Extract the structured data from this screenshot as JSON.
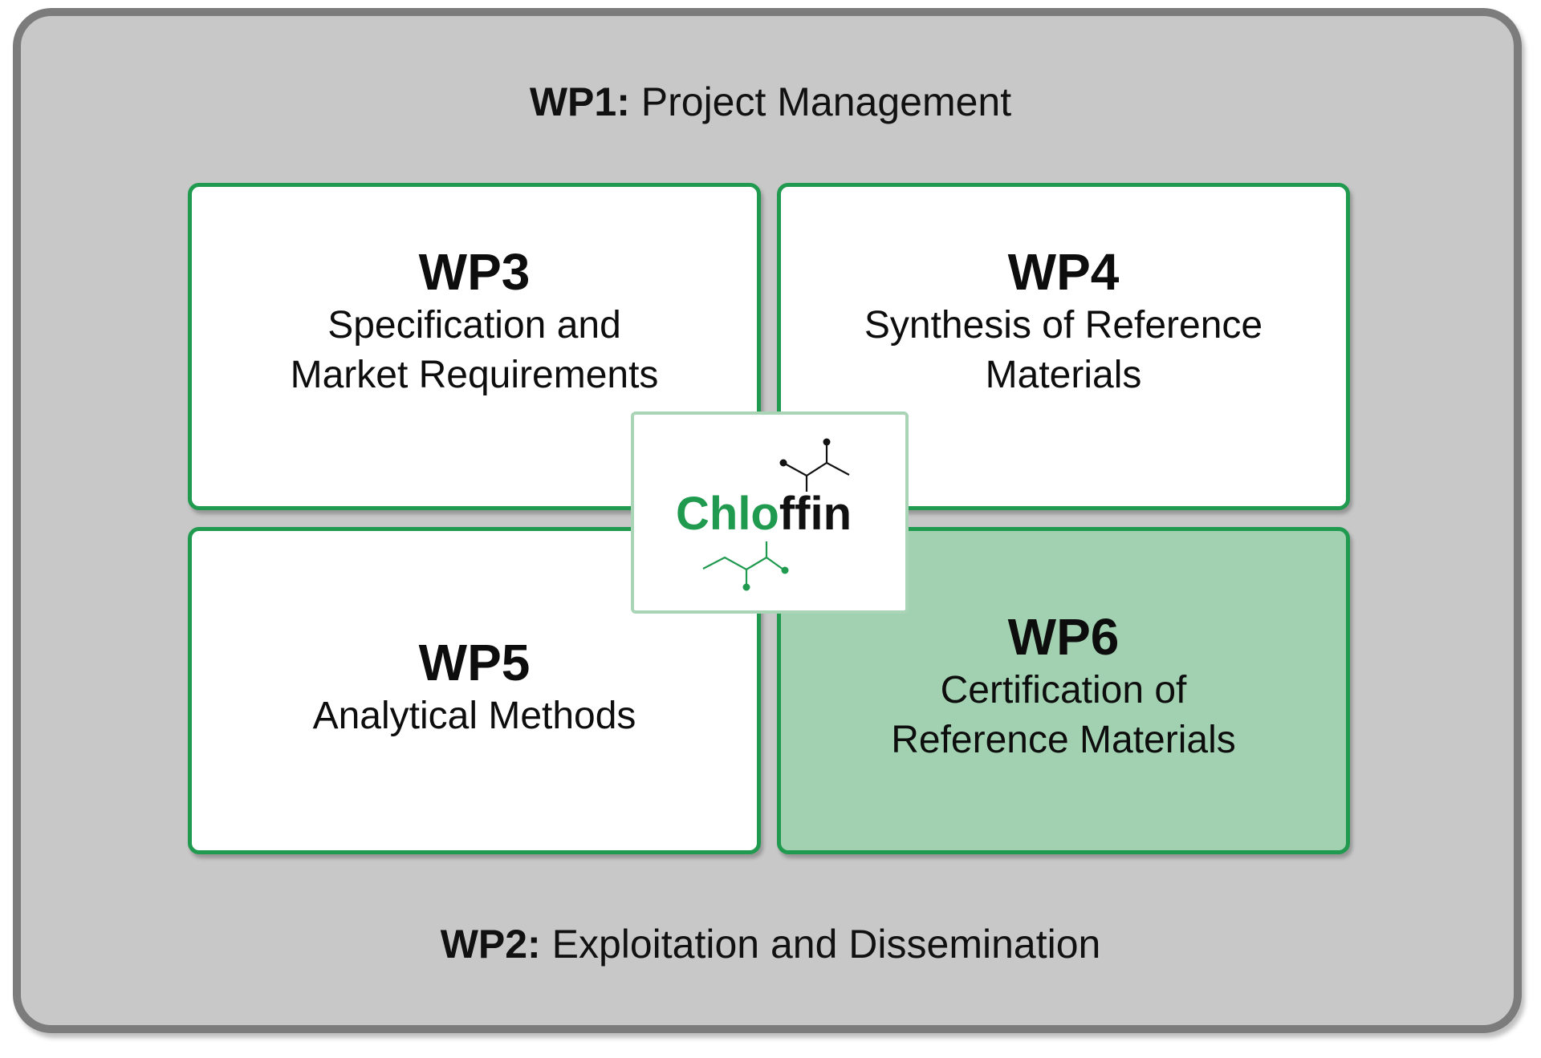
{
  "wp1": {
    "id": "WP1:",
    "title": "Project Management"
  },
  "wp2": {
    "id": "WP2:",
    "title": "Exploitation and Dissemination"
  },
  "work_packages": [
    {
      "id": "WP3",
      "line1": "Specification and",
      "line2": "Market Requirements",
      "highlight": false
    },
    {
      "id": "WP4",
      "line1": "Synthesis of Reference",
      "line2": "Materials",
      "highlight": false
    },
    {
      "id": "WP5",
      "line1": "Analytical Methods",
      "line2": "",
      "highlight": false
    },
    {
      "id": "WP6",
      "line1": "Certification of",
      "line2": "Reference Materials",
      "highlight": true
    }
  ],
  "logo": {
    "green_part": "Chlo",
    "black_part": "ffin"
  },
  "colors": {
    "background": "#c8c8c8",
    "frame": "#7c7c7c",
    "box_border": "#1f9a4e",
    "highlight_fill": "#a2d1b1",
    "logo_green": "#1f9a4e"
  }
}
